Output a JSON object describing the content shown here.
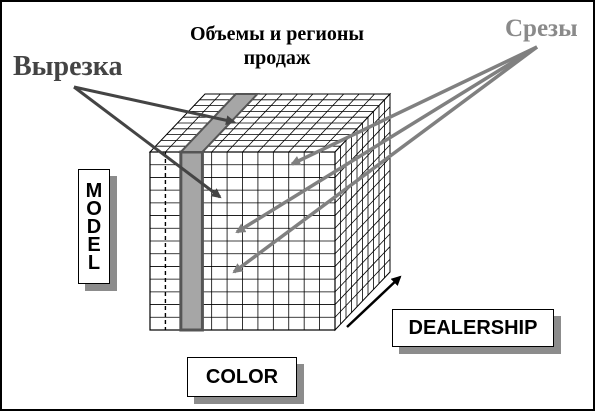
{
  "title": {
    "line1": "Объемы и регионы",
    "line2": "продаж"
  },
  "labels": {
    "cut": "Вырезка",
    "slices": "Срезы"
  },
  "axes": {
    "model": "MODEL",
    "dealership": "DEALERSHIP",
    "color": "COLOR"
  },
  "colors": {
    "cut_fill": "#a6a6a6",
    "slice_arrow": "#808080",
    "cut_arrow": "#444444",
    "shadow": "#8c8c8c"
  },
  "cube": {
    "front_columns": 12,
    "front_rows": 14,
    "depth_layers": 10,
    "highlighted_front_column": 2
  }
}
